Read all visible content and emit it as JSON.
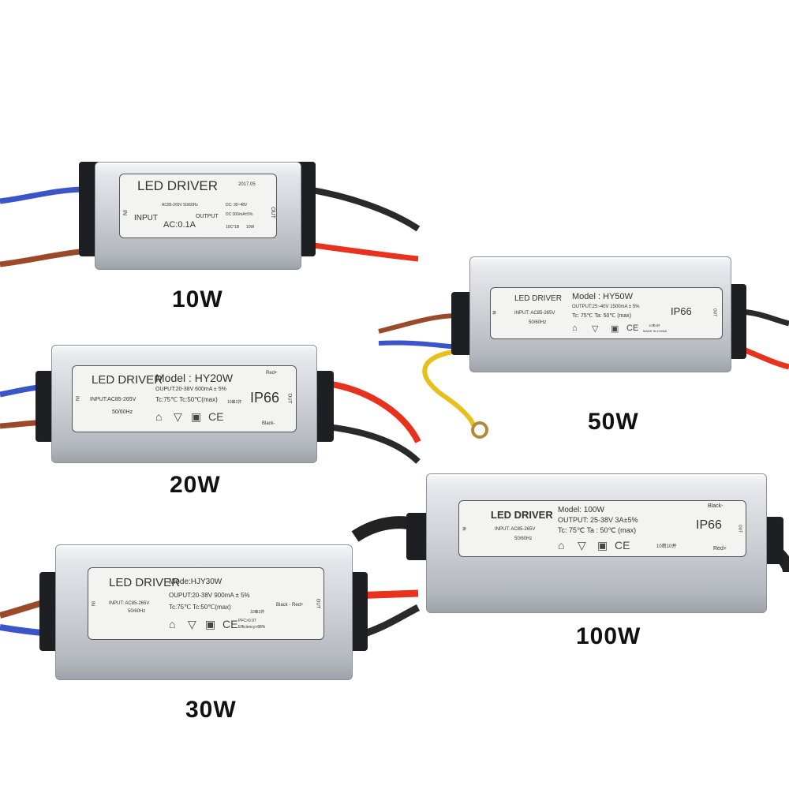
{
  "drivers": [
    {
      "watt": "10W",
      "title": "LED DRIVER",
      "date": "2017.05",
      "input_label": "INPUT",
      "input_spec": "AC85-265V 50/60Hz",
      "current": "AC:0.1A",
      "output_label": "OUTPUT",
      "output_voltage": "DC: 30~48V",
      "output_current": "DC:300mA±5%",
      "series": "10C*1B",
      "power": "10W",
      "in": "IN",
      "out": "OUT"
    },
    {
      "watt": "20W",
      "title": "LED DRIVER",
      "model": "Model : HY20W",
      "output": "OUPUT:20-38V  600mA ± 5%",
      "temps": "Tc:75℃     Tc:50℃(max)",
      "input": "INPUT:AC85-265V",
      "freq": "50/60Hz",
      "ip": "IP66",
      "series": "10串2并",
      "red": "Red+",
      "black": "Black-",
      "in": "IN",
      "out": "OUT"
    },
    {
      "watt": "30W",
      "title": "LED DRIVER",
      "model": "Mode:HJY30W",
      "output": "OUPUT:20-38V   900mA ± 5%",
      "temps": "Tc:75℃     Tc:50℃(max)",
      "input": "INPUT: AC85-265V",
      "freq": "50/60Hz",
      "series": "10串3并",
      "pfc": "PFC>0.97",
      "eff": "Efficiency>88%",
      "blackred": "Black - Red+",
      "in": "IN",
      "out": "OUT"
    },
    {
      "watt": "50W",
      "title": "LED DRIVER",
      "model": "Model : HY50W",
      "output": "OUTPUT:25~40V  1500mA ± 5%",
      "temps": "Tc: 75℃  Ta: 50℃ (max)",
      "input": "INPUT: AC85-265V",
      "freq": "50/60Hz",
      "ip": "IP66",
      "series": "10串5并",
      "made": "MADE IN CHINA",
      "in": "IN",
      "out": "OUT"
    },
    {
      "watt": "100W",
      "title": "LED DRIVER",
      "model": "Model: 100W",
      "output": "OUTPUT: 25-38V   3A±5%",
      "temps": "Tc: 75℃       Ta : 50℃ (max)",
      "input": "INPUT: AC85-265V",
      "freq": "50/60Hz",
      "ip": "IP66",
      "series": "10串10并",
      "red": "Red+",
      "black": "Black-",
      "in": "IN",
      "out": "OUT"
    }
  ],
  "cert_symbols": [
    "⌂",
    "▽",
    "▣",
    "CE"
  ],
  "colors": {
    "blue_wire": "#3a55c8",
    "brown_wire": "#9a4a2a",
    "red_wire": "#e8321e",
    "black_wire": "#2a2a2a",
    "yellow_wire": "#e8c01e",
    "housing": "#c9ccd2"
  }
}
